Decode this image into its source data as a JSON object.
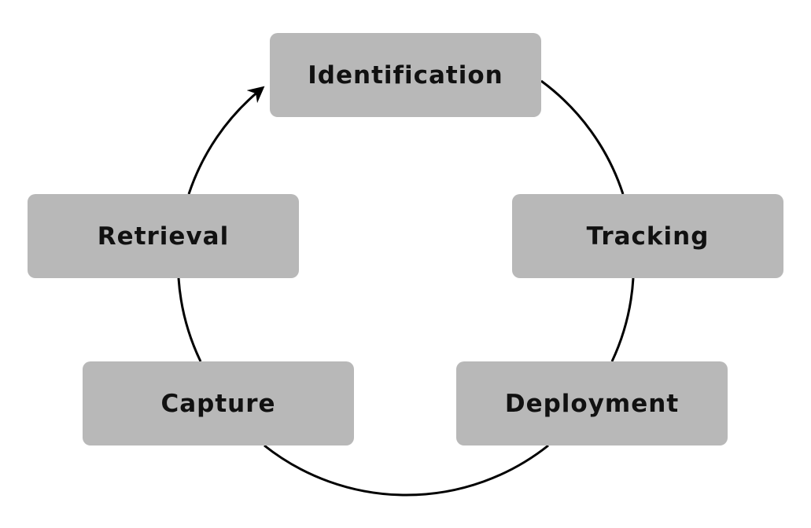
{
  "diagram": {
    "type": "cycle",
    "direction": "clockwise",
    "node_color": "#b8b8b8",
    "line_color": "#000000",
    "nodes": [
      {
        "id": "identification",
        "label": "Identification"
      },
      {
        "id": "tracking",
        "label": "Tracking"
      },
      {
        "id": "deployment",
        "label": "Deployment"
      },
      {
        "id": "capture",
        "label": "Capture"
      },
      {
        "id": "retrieval",
        "label": "Retrieval"
      }
    ],
    "edges": [
      {
        "from": "identification",
        "to": "tracking"
      },
      {
        "from": "tracking",
        "to": "deployment"
      },
      {
        "from": "deployment",
        "to": "capture"
      },
      {
        "from": "capture",
        "to": "retrieval"
      },
      {
        "from": "retrieval",
        "to": "identification",
        "arrowhead": true
      }
    ]
  }
}
